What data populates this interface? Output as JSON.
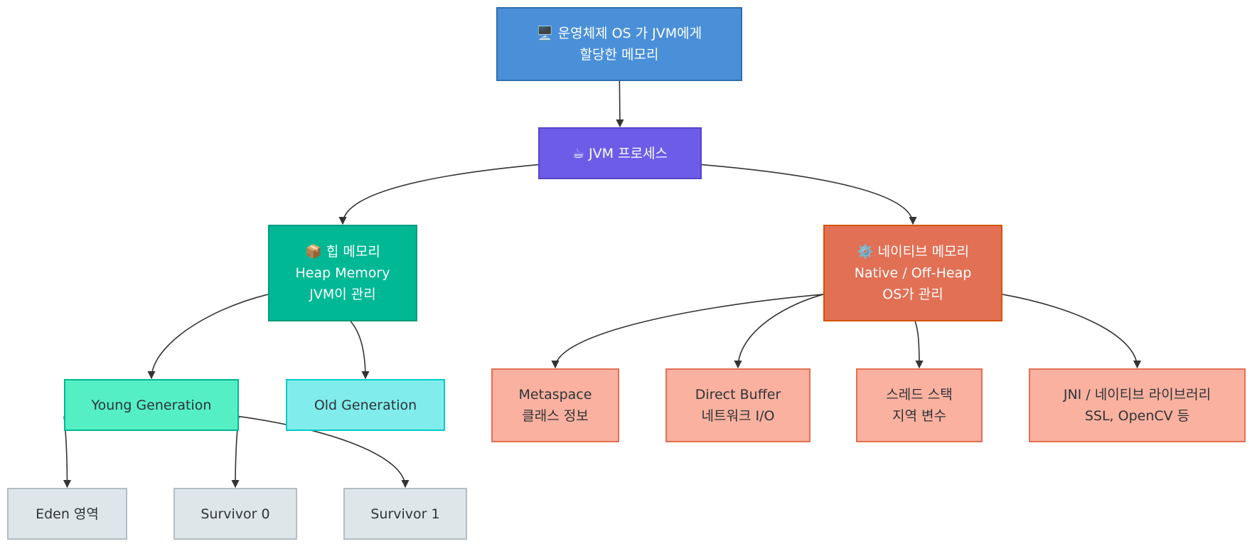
{
  "nodes": {
    "os": {
      "lines": [
        "🖥️ 운영체제 OS 가 JVM에게",
        "할당한 메모리"
      ]
    },
    "jvm": {
      "lines": [
        "☕ JVM 프로세스"
      ]
    },
    "heap": {
      "lines": [
        "📦 힙 메모리",
        "Heap Memory",
        "JVM이 관리"
      ]
    },
    "native": {
      "lines": [
        "⚙️ 네이티브 메모리",
        "Native / Off-Heap",
        "OS가 관리"
      ]
    },
    "young": {
      "lines": [
        "Young Generation"
      ]
    },
    "old": {
      "lines": [
        "Old Generation"
      ]
    },
    "meta": {
      "lines": [
        "Metaspace",
        "클래스 정보"
      ]
    },
    "direct": {
      "lines": [
        "Direct Buffer",
        "네트워크 I/O"
      ]
    },
    "thread": {
      "lines": [
        "스레드 스택",
        "지역 변수"
      ]
    },
    "jni": {
      "lines": [
        "JNI / 네이티브 라이브러리",
        "SSL, OpenCV 등"
      ]
    },
    "eden": {
      "lines": [
        "Eden 영역"
      ]
    },
    "s0": {
      "lines": [
        "Survivor 0"
      ]
    },
    "s1": {
      "lines": [
        "Survivor 1"
      ]
    }
  },
  "edges": [
    {
      "from": "os",
      "to": "jvm"
    },
    {
      "from": "jvm",
      "to": "heap"
    },
    {
      "from": "jvm",
      "to": "native"
    },
    {
      "from": "heap",
      "to": "young"
    },
    {
      "from": "heap",
      "to": "old"
    },
    {
      "from": "native",
      "to": "meta"
    },
    {
      "from": "native",
      "to": "direct"
    },
    {
      "from": "native",
      "to": "thread"
    },
    {
      "from": "native",
      "to": "jni"
    },
    {
      "from": "young",
      "to": "eden"
    },
    {
      "from": "young",
      "to": "s0"
    },
    {
      "from": "young",
      "to": "s1"
    }
  ]
}
